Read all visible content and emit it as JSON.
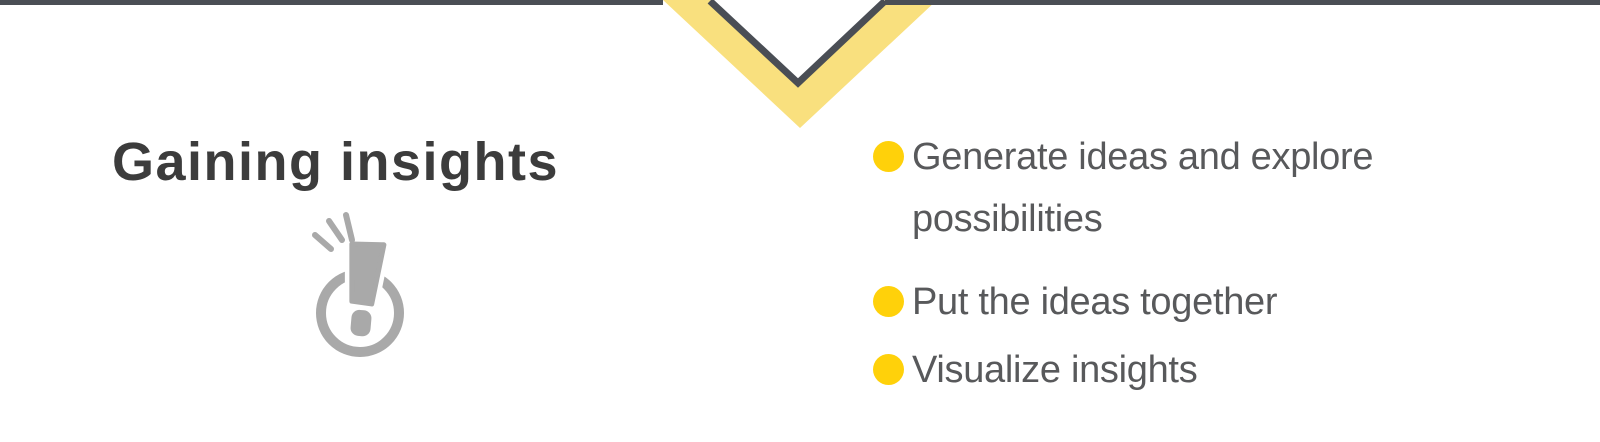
{
  "page": {
    "background_color": "#ffffff"
  },
  "divider": {
    "color": "#4a4e55"
  },
  "chevron": {
    "fill_color": "#f9e07e",
    "stroke_color": "#4a4e55"
  },
  "section": {
    "title": "Gaining insights",
    "title_color": "#3c3c3c",
    "icon": "exclamation-insight-icon",
    "icon_color": "#a9a9a9"
  },
  "bullets": {
    "dot_color": "#ffd10a",
    "text_color": "#58595b",
    "items": [
      {
        "text": "Generate ideas and explore possibilities"
      },
      {
        "text": "Put the ideas together"
      },
      {
        "text": "Visualize insights"
      }
    ]
  }
}
